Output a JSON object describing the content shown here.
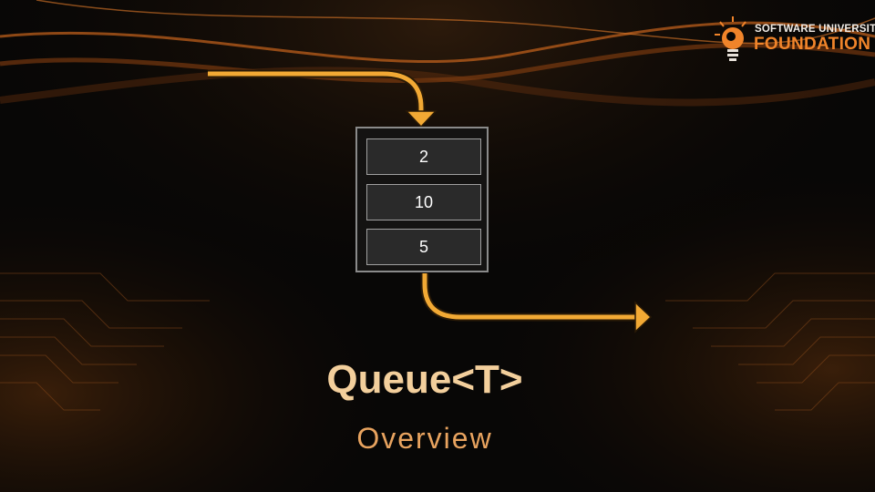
{
  "logo": {
    "top_text": "SOFTWARE UNIVERSITY",
    "bottom_text": "FOUNDATION"
  },
  "queue": {
    "items": [
      "2",
      "10",
      "5"
    ]
  },
  "slide": {
    "title": "Queue<T>",
    "subtitle": "Overview"
  },
  "colors": {
    "accent": "#f0842a",
    "arrow": "#f2a934",
    "title": "#f3cf9c",
    "subtitle": "#e8a35f",
    "background": "#080706"
  }
}
